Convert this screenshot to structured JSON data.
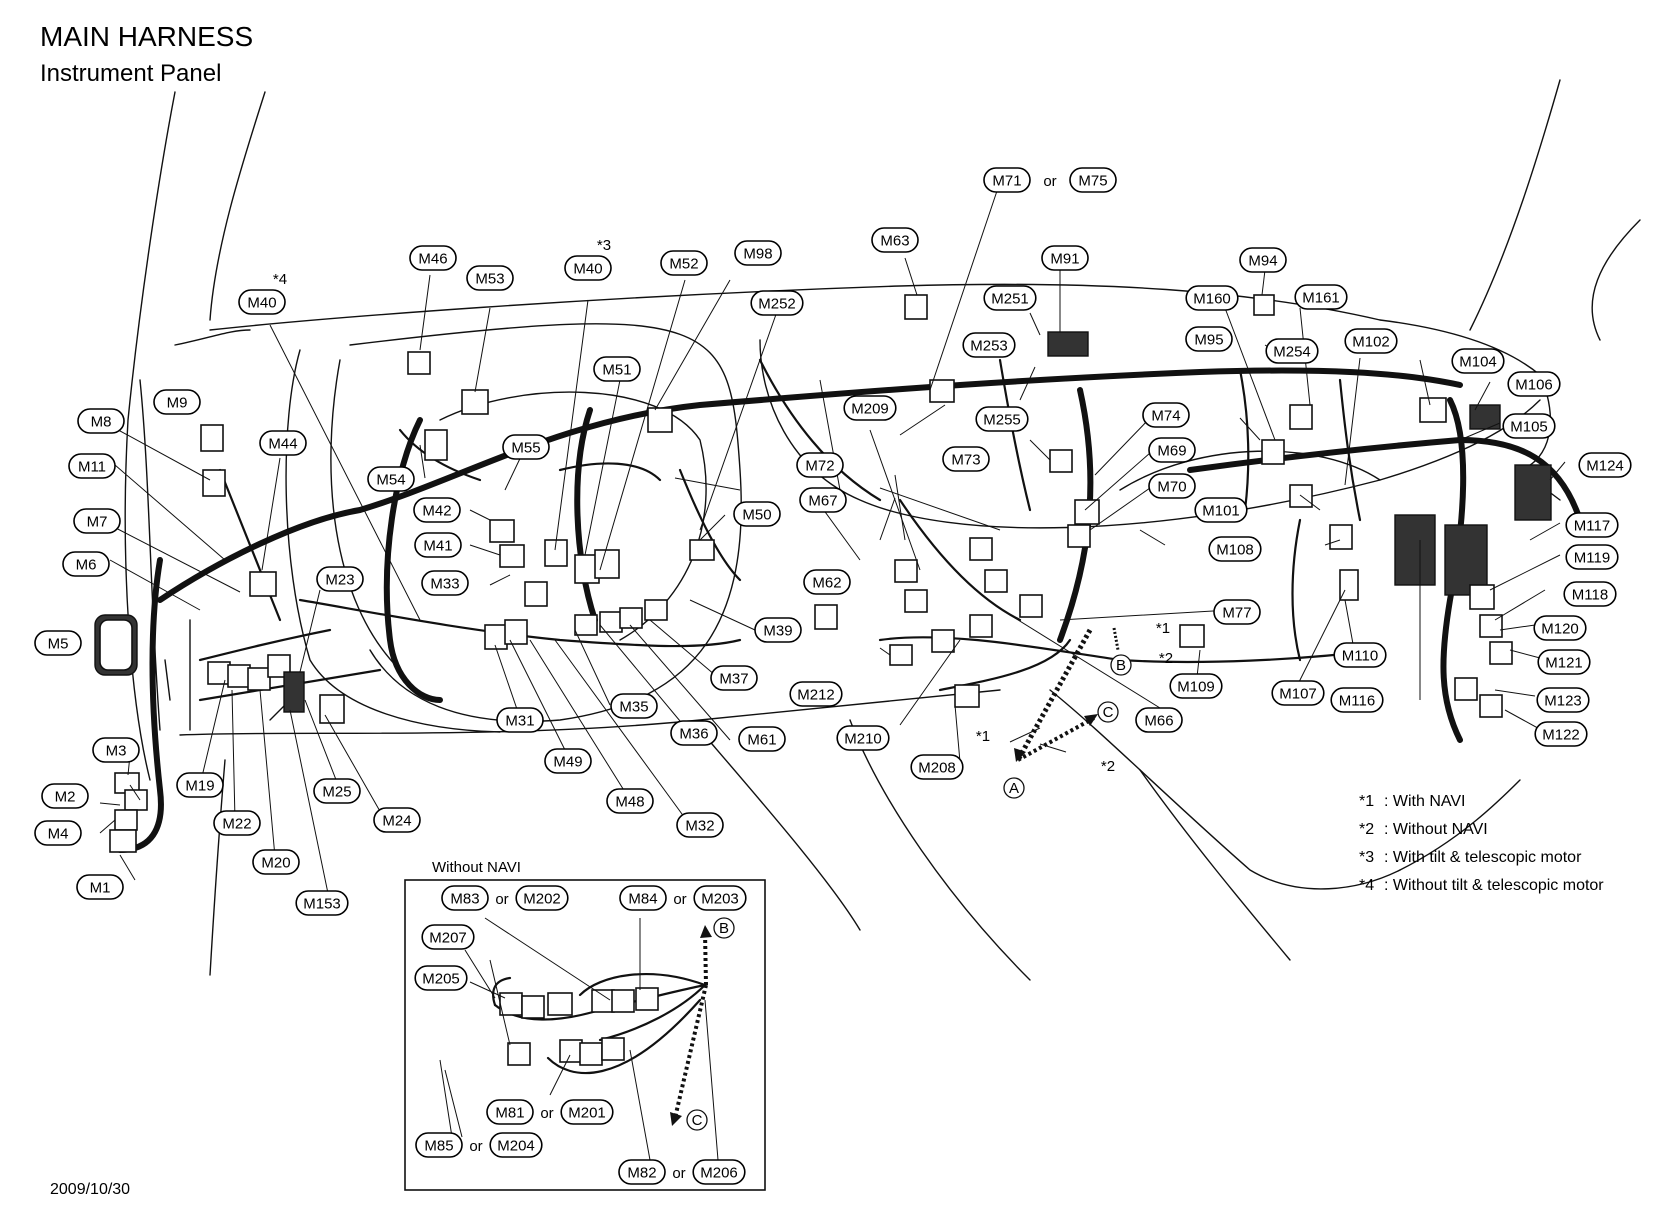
{
  "title": "MAIN HARNESS",
  "subtitle": "Instrument Panel",
  "date": "2009/10/30",
  "connectors_main": [
    "M1",
    "M2",
    "M3",
    "M4",
    "M5",
    "M6",
    "M7",
    "M8",
    "M9",
    "M11",
    "M19",
    "M20",
    "M22",
    "M23",
    "M24",
    "M25",
    "M31",
    "M32",
    "M33",
    "M35",
    "M36",
    "M37",
    "M39",
    "M40",
    "M41",
    "M42",
    "M44",
    "M46",
    "M48",
    "M49",
    "M50",
    "M51",
    "M52",
    "M53",
    "M54",
    "M55",
    "M61",
    "M62",
    "M63",
    "M66",
    "M67",
    "M69",
    "M70",
    "M72",
    "M73",
    "M74",
    "M77",
    "M91",
    "M94",
    "M95",
    "M98",
    "M101",
    "M102",
    "M104",
    "M105",
    "M106",
    "M107",
    "M108",
    "M109",
    "M110",
    "M116",
    "M117",
    "M118",
    "M119",
    "M120",
    "M121",
    "M122",
    "M123",
    "M124",
    "M153",
    "M160",
    "M161",
    "M208",
    "M209",
    "M210",
    "M212",
    "M251",
    "M252",
    "M253",
    "M254",
    "M255"
  ],
  "alt_pairs": {
    "m71_m75": {
      "a": "M71",
      "or": "or",
      "b": "M75"
    }
  },
  "star_marks": {
    "m40_tilt": "*3",
    "m40_no_tilt": "*4",
    "navi_a": "*1",
    "no_navi_a": "*2",
    "navi_b": "*1",
    "no_navi_b": "*2"
  },
  "point_marks": {
    "a": "A",
    "b": "B",
    "c": "C"
  },
  "inset": {
    "title": "Without NAVI",
    "pairs": [
      {
        "a": "M83",
        "or": "or",
        "b": "M202"
      },
      {
        "a": "M84",
        "or": "or",
        "b": "M203"
      },
      {
        "a": "M81",
        "or": "or",
        "b": "M201"
      },
      {
        "a": "M85",
        "or": "or",
        "b": "M204"
      },
      {
        "a": "M82",
        "or": "or",
        "b": "M206"
      }
    ],
    "singles": [
      "M207",
      "M205"
    ],
    "point_marks": {
      "b": "B",
      "c": "C"
    }
  },
  "notes": [
    {
      "mark": "*1",
      "text": ": With NAVI"
    },
    {
      "mark": "*2",
      "text": ": Without NAVI"
    },
    {
      "mark": "*3",
      "text": ": With tilt & telescopic motor"
    },
    {
      "mark": "*4",
      "text": ": Without tilt & telescopic motor"
    }
  ]
}
